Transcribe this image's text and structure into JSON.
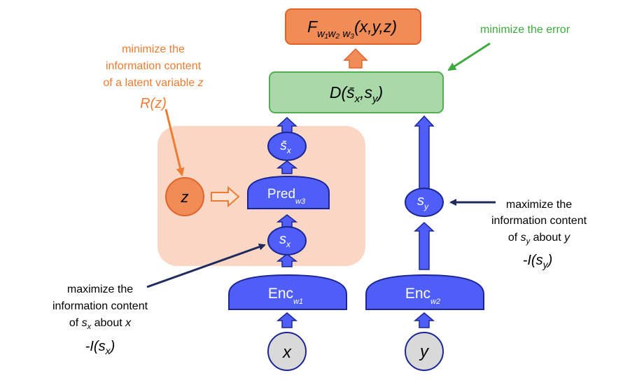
{
  "nodes": {
    "F": {
      "base": "F",
      "sub": "w₁w₂ w₃",
      "args": "(x,y,z)"
    },
    "D": {
      "base": "D",
      "args": "(s̄",
      "sub1": "x",
      "comma": ",s",
      "sub2": "y",
      "close": ")"
    },
    "sx_bar": {
      "base": "s̄",
      "sub": "x"
    },
    "pred": {
      "base": "Pred",
      "sub": "w3"
    },
    "z": {
      "label": "z"
    },
    "sx": {
      "base": "s",
      "sub": "x"
    },
    "sy": {
      "base": "s",
      "sub": "y"
    },
    "enc1": {
      "base": "Enc",
      "sub": "w1"
    },
    "enc2": {
      "base": "Enc",
      "sub": "w2"
    },
    "x": {
      "label": "x"
    },
    "y": {
      "label": "y"
    }
  },
  "annotations": {
    "error": {
      "text": "minimize the error"
    },
    "latent": {
      "line1": "minimize the",
      "line2": "information content",
      "line3": "of a latent variable",
      "var": "z",
      "rz": "R(z)"
    },
    "sy_info": {
      "line1": "maximize the",
      "line2": "information content",
      "line3a": "of",
      "var": "s",
      "sub": "y",
      "line3b": "about",
      "about": "y",
      "loss": "-I(s",
      "loss_sub": "y",
      "loss_close": ")"
    },
    "sx_info": {
      "line1": "maximize the",
      "line2": "information content",
      "line3a": "of",
      "var": "s",
      "sub": "x",
      "line3b": "about",
      "about": "x",
      "loss": "-I(s",
      "loss_sub": "x",
      "loss_close": ")"
    }
  },
  "colors": {
    "blue": "#4f5ef6",
    "blue_stroke": "#1b2694",
    "green": "#a9d9a9",
    "green_stroke": "#50b050",
    "orange": "#f28c57",
    "orange_stroke": "#e0642a",
    "orange_text": "#ee7b30",
    "green_text": "#3eaa3e",
    "peach": "#fad7c5",
    "gray": "#d9d9d9",
    "navy": "#1f2a5c"
  }
}
